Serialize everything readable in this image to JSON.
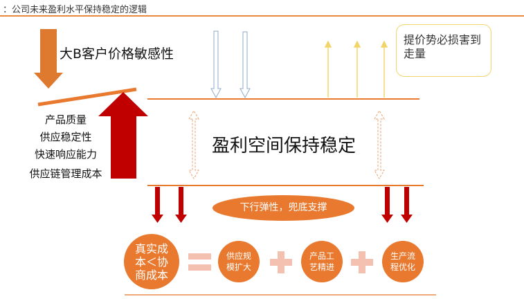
{
  "title": "：公司未来盈利水平保持稳定的逻辑",
  "pressure_label": "大B客户价格敏感性",
  "support_factors": [
    "产品质量",
    "供应稳定性",
    "快速响应能力",
    "供应链管理成本"
  ],
  "center_label": "盈利空间保持稳定",
  "note": "提价势必损害到走量",
  "downside_label": "下行弹性，兜底支撑",
  "equation": {
    "result": [
      "真实成",
      "本＜协",
      "商成本"
    ],
    "terms": [
      [
        "供应规",
        "模扩大"
      ],
      [
        "产品工",
        "艺精进"
      ],
      [
        "生产流",
        "程优化"
      ]
    ]
  },
  "colors": {
    "orange": "#e8792e",
    "red": "#c00000",
    "line": "#e8893e",
    "yellow": "#f2d56a",
    "pink": "#f4c1b0"
  }
}
